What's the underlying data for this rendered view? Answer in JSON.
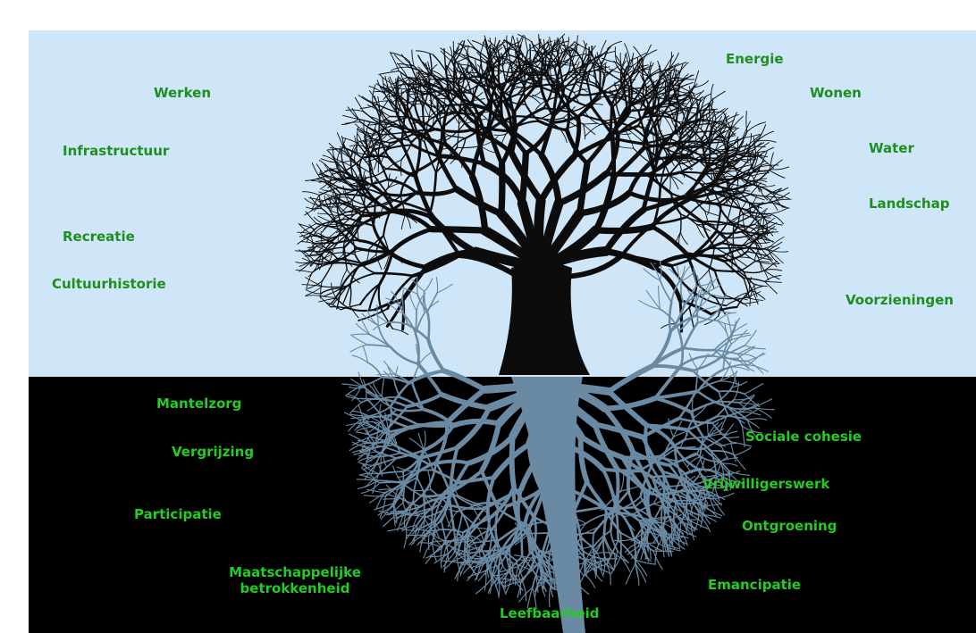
{
  "colors": {
    "sky": "#cfe6f8",
    "ground": "#000000",
    "tree": "#0c0c0c",
    "roots": "#6a8aa3",
    "label_upper": "#1e8f1e",
    "label_lower": "#22cc22"
  },
  "labels_above_ground": {
    "werken": "Werken",
    "infrastructuur": "Infrastructuur",
    "recreatie": "Recreatie",
    "cultuurhistorie": "Cultuurhistorie",
    "energie": "Energie",
    "wonen": "Wonen",
    "water": "Water",
    "landschap": "Landschap",
    "voorzieningen": "Voorzieningen"
  },
  "labels_below_ground": {
    "mantelzorg": "Mantelzorg",
    "vergrijzing": "Vergrijzing",
    "participatie": "Participatie",
    "maatschappelijke_line1": "Maatschappelijke",
    "maatschappelijke_line2": "betrokkenheid",
    "leefbaarheid": "Leefbaarheid",
    "sociale_cohesie": "Sociale cohesie",
    "vrijwilligerswerk": "Vrijwilligerswerk",
    "ontgroening": "Ontgroening",
    "emancipatie": "Emancipatie"
  }
}
